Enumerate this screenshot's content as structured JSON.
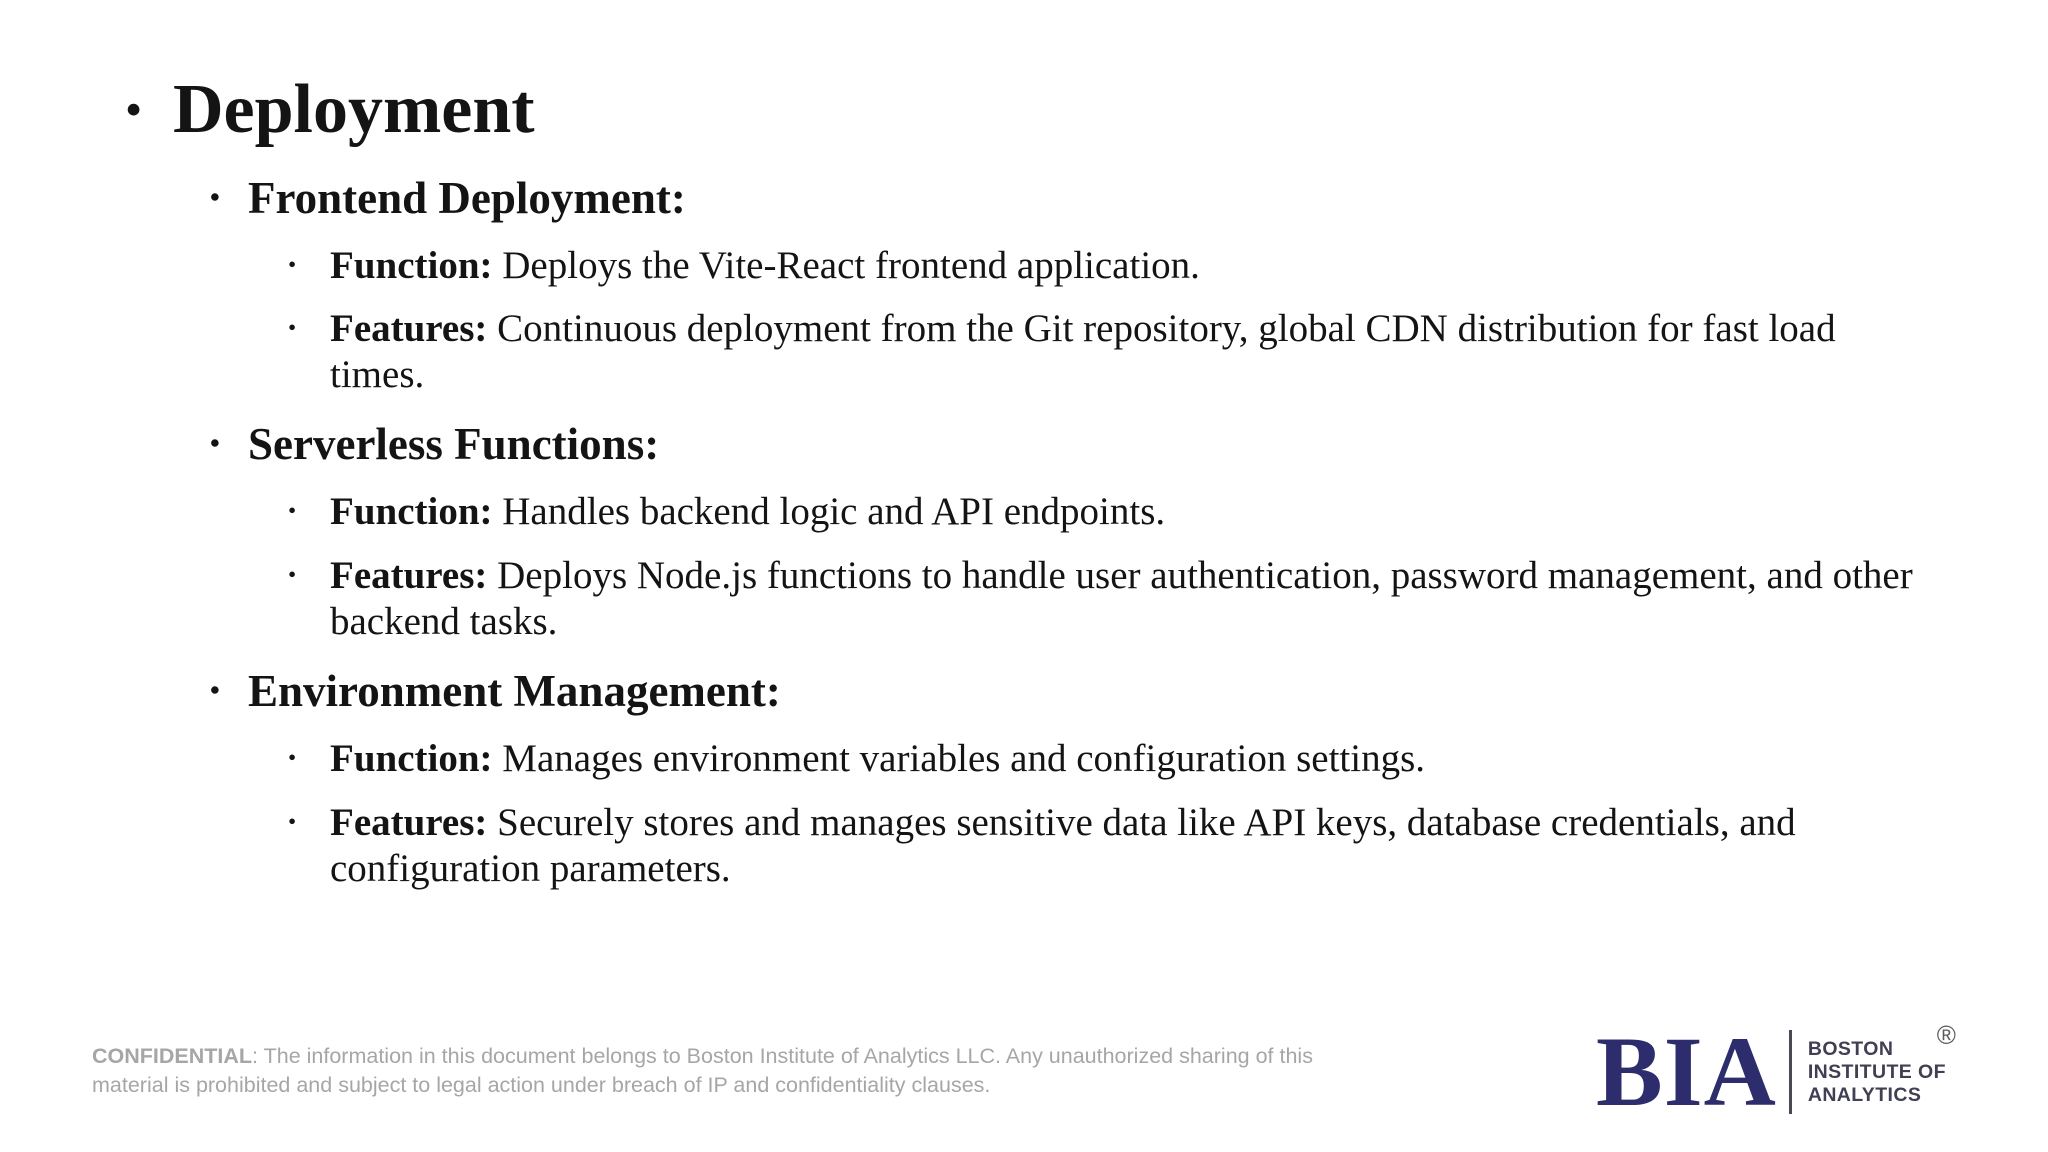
{
  "glyphs": {
    "bullet": "•"
  },
  "colors": {
    "body_text": "#141414",
    "footer_gray": "#a6a6a6",
    "logo_navy": "#2d2c6d",
    "logo_name_gray": "#403f54"
  },
  "slide": {
    "title": "Deployment",
    "sections": [
      {
        "heading": "Frontend Deployment:",
        "items": [
          {
            "label": "Function:",
            "text": "Deploys the Vite-React frontend application."
          },
          {
            "label": "Features:",
            "text": "Continuous deployment from the Git repository, global CDN distribution for fast load times."
          }
        ]
      },
      {
        "heading": "Serverless Functions:",
        "items": [
          {
            "label": "Function:",
            "text": "Handles backend logic and API endpoints."
          },
          {
            "label": "Features:",
            "text": "Deploys Node.js functions to handle user authentication, password management, and other backend tasks."
          }
        ]
      },
      {
        "heading": "Environment Management:",
        "items": [
          {
            "label": "Function:",
            "text": "Manages environment variables and configuration settings."
          },
          {
            "label": "Features:",
            "text": "Securely stores and manages sensitive data like API keys, database credentials, and configuration parameters."
          }
        ]
      }
    ]
  },
  "footer": {
    "confidential_label": "CONFIDENTIAL",
    "confidential_text": ": The information in this document belongs to Boston Institute of Analytics LLC. Any unauthorized sharing of this material is prohibited and subject to legal action under breach of IP and confidentiality clauses."
  },
  "logo": {
    "acronym": "BIA",
    "name_line_1": "BOSTON",
    "name_line_2": "INSTITUTE OF",
    "name_line_3": "ANALYTICS",
    "registered_mark": "®"
  }
}
